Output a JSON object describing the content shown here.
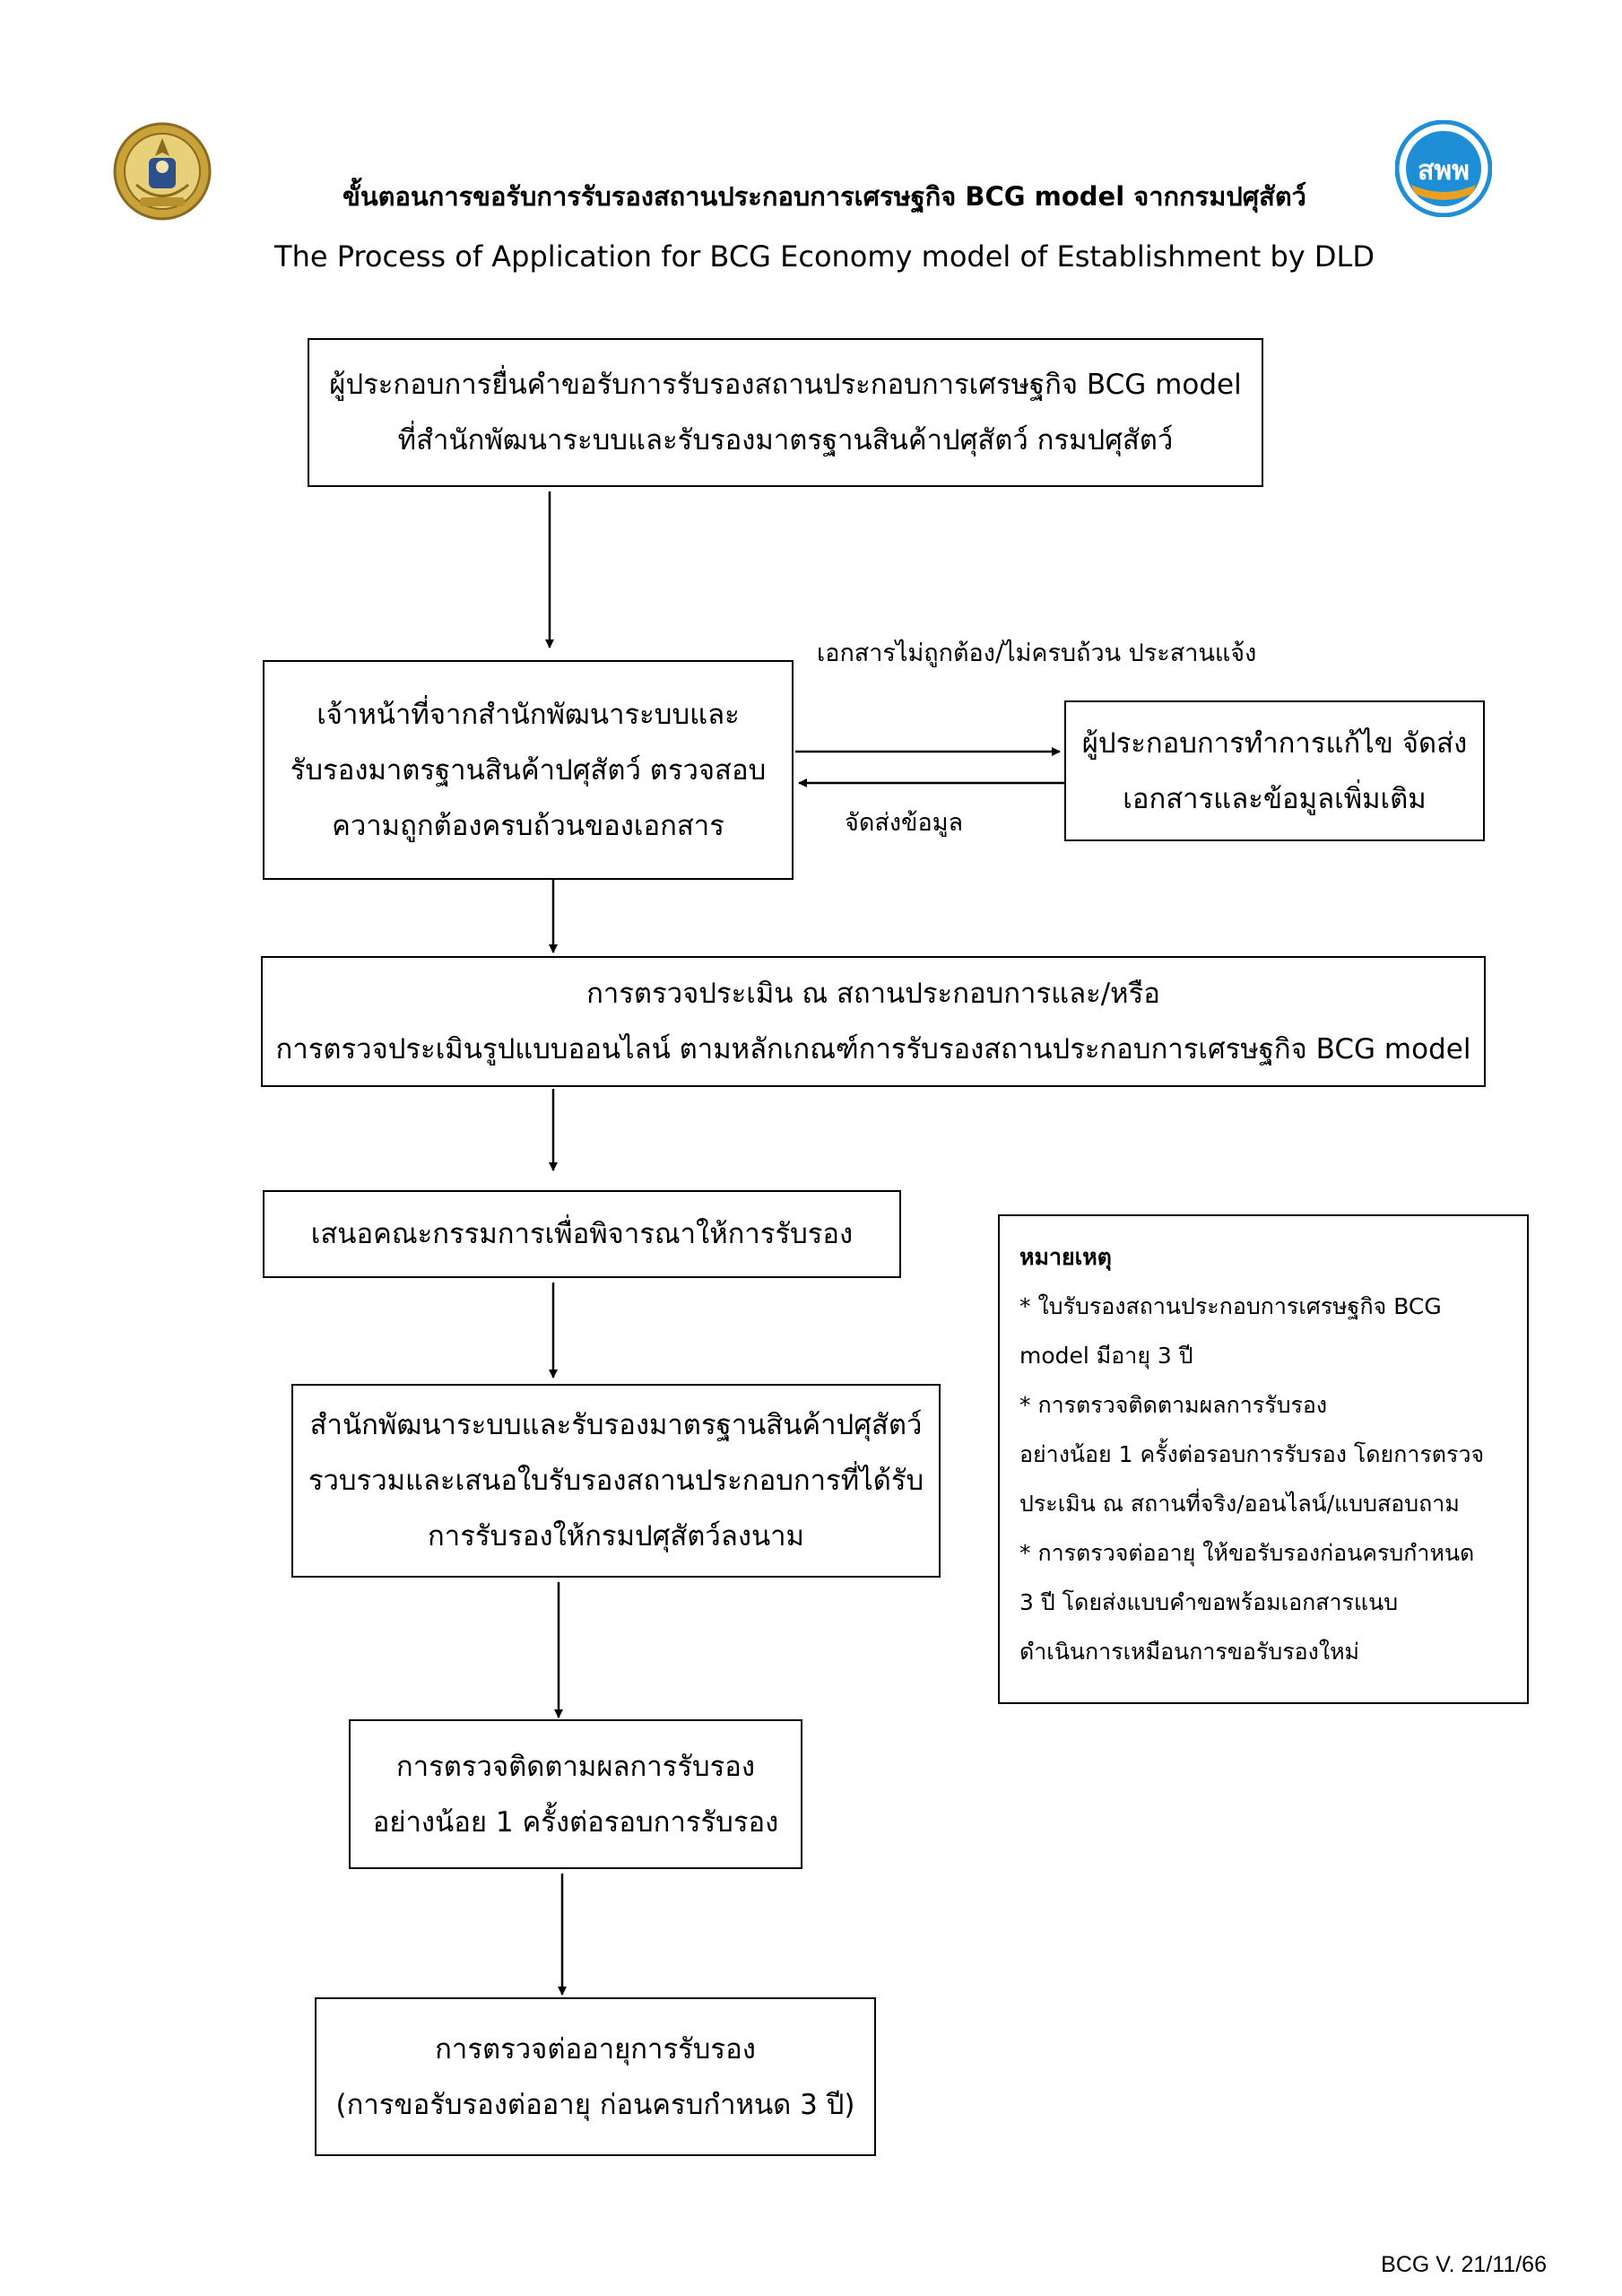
{
  "header": {
    "title_th": "ขั้นตอนการขอรับการรับรองสถานประกอบการเศรษฐกิจ BCG model จากกรมปศุสัตว์",
    "title_en": "The Process of Application for BCG Economy model of Establishment by DLD",
    "left_logo": "ministry-seal",
    "right_logo_text": "สพพ"
  },
  "flow": {
    "step1": {
      "line1": "ผู้ประกอบการยื่นคำขอรับการรับรองสถานประกอบการเศรษฐกิจ BCG model",
      "line2": "ที่สำนักพัฒนาระบบและรับรองมาตรฐานสินค้าปศุสัตว์ กรมปศุสัตว์"
    },
    "step2": {
      "line1": "เจ้าหน้าที่จากสำนักพัฒนาระบบและ",
      "line2": "รับรองมาตรฐานสินค้าปศุสัตว์ ตรวจสอบ",
      "line3": "ความถูกต้องครบถ้วนของเอกสาร"
    },
    "side": {
      "line1": "ผู้ประกอบการทำการแก้ไข จัดส่ง",
      "line2": "เอกสารและข้อมูลเพิ่มเติม"
    },
    "label_incomplete": "เอกสารไม่ถูกต้อง/ไม่ครบถ้วน ประสานแจ้ง",
    "label_send": "จัดส่งข้อมูล",
    "step3": {
      "line1": "การตรวจประเมิน ณ สถานประกอบการและ/หรือ",
      "line2": "การตรวจประเมินรูปแบบออนไลน์ ตามหลักเกณฑ์การรับรองสถานประกอบการเศรษฐกิจ BCG model"
    },
    "step4": {
      "line1": "เสนอคณะกรรมการเพื่อพิจารณาให้การรับรอง"
    },
    "step5": {
      "line1": "สำนักพัฒนาระบบและรับรองมาตรฐานสินค้าปศุสัตว์",
      "line2": "รวบรวมและเสนอใบรับรองสถานประกอบการที่ได้รับ",
      "line3": "การรับรองให้กรมปศุสัตว์ลงนาม"
    },
    "step6": {
      "line1": "การตรวจติดตามผลการรับรอง",
      "line2": "อย่างน้อย 1 ครั้งต่อรอบการรับรอง"
    },
    "step7": {
      "line1": "การตรวจต่ออายุการรับรอง",
      "line2": "(การขอรับรองต่ออายุ ก่อนครบกำหนด 3 ปี)"
    }
  },
  "note": {
    "title": "หมายเหตุ",
    "lines": [
      "* ใบรับรองสถานประกอบการเศรษฐกิจ BCG",
      "model มีอายุ 3 ปี",
      "* การตรวจติดตามผลการรับรอง",
      "อย่างน้อย 1 ครั้งต่อรอบการรับรอง โดยการตรวจ",
      "ประเมิน ณ สถานที่จริง/ออนไลน์/แบบสอบถาม",
      "* การตรวจต่ออายุ ให้ขอรับรองก่อนครบกำหนด",
      "3 ปี โดยส่งแบบคำขอพร้อมเอกสารแนบ",
      "ดำเนินการเหมือนการขอรับรองใหม่"
    ]
  },
  "footer": {
    "version": "BCG V. 21/11/66"
  },
  "colors": {
    "line": "#000000",
    "seal_gold": "#c9a23a",
    "seal_dark": "#8a6a1e",
    "logo_blue": "#1e8fd6",
    "logo_orange": "#e8a022"
  }
}
